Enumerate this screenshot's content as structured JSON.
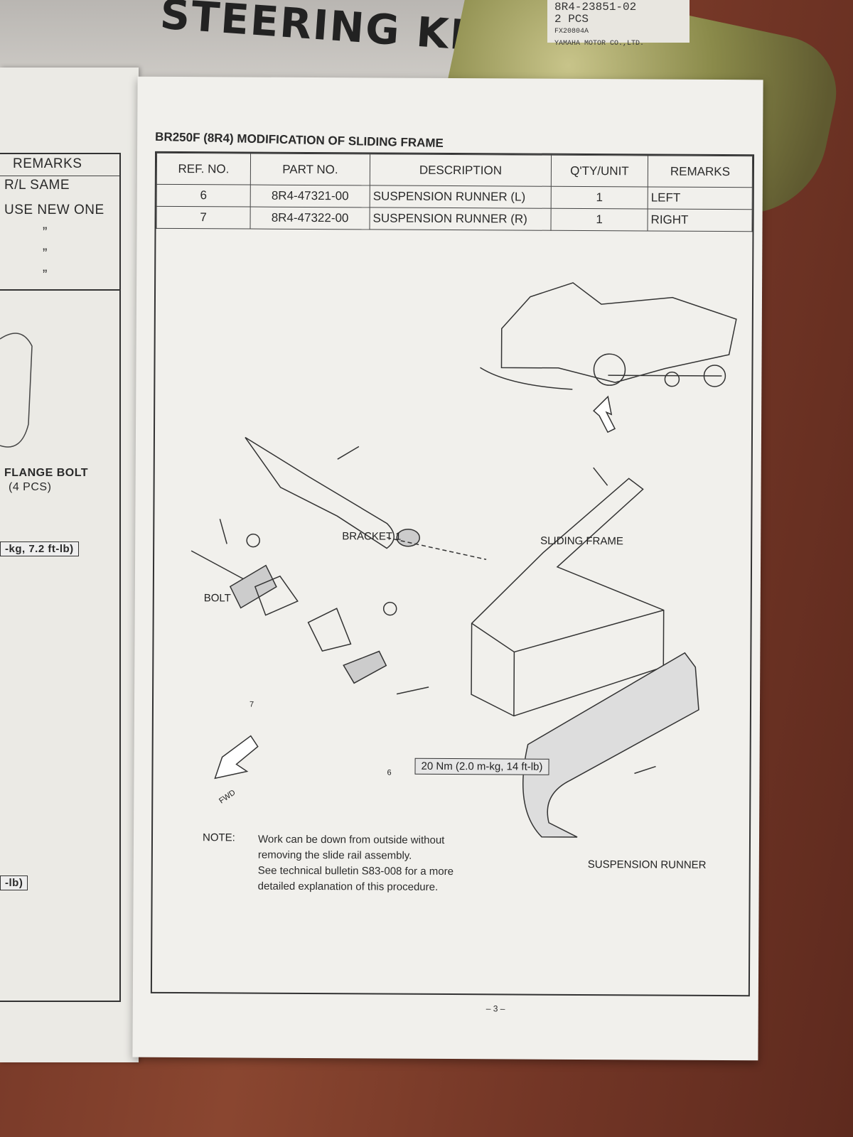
{
  "bag": {
    "handwriting": "STEERING KIT"
  },
  "part_label": {
    "part_no": "8R4-23851-02",
    "qty": "2 PCS",
    "code": "FX20804A",
    "maker": "YAMAHA MOTOR CO.,LTD."
  },
  "left_page": {
    "remarks_header": "REMARKS",
    "remarks": [
      "R/L SAME",
      "USE NEW ONE",
      "”",
      "”",
      "”"
    ],
    "flange_bolt": "FLANGE BOLT",
    "flange_qty": "(4 PCS)",
    "torque_partial": "-kg, 7.2 ft-lb)",
    "torque_partial2": "-lb)"
  },
  "page": {
    "title": "BR250F (8R4)  MODIFICATION OF SLIDING FRAME",
    "table": {
      "headers": [
        "REF. NO.",
        "PART NO.",
        "DESCRIPTION",
        "Q'TY/UNIT",
        "REMARKS"
      ],
      "rows": [
        [
          "6",
          "8R4-47321-00",
          "SUSPENSION RUNNER (L)",
          "1",
          "LEFT"
        ],
        [
          "7",
          "8R4-47322-00",
          "SUSPENSION RUNNER (R)",
          "1",
          "RIGHT"
        ]
      ]
    },
    "diagram": {
      "bracket": "BRACKET 1",
      "sliding_frame": "SLIDING FRAME",
      "bolt": "BOLT",
      "ref7": "7",
      "ref6": "6",
      "torque": "20 Nm (2.0 m-kg, 14 ft-lb)",
      "fwd": "FWD",
      "runner": "SUSPENSION RUNNER"
    },
    "note_label": "NOTE:",
    "note_lines": [
      "Work can be down from outside without",
      "removing the slide rail assembly.",
      "See technical bulletin S83-008 for a more",
      "detailed explanation of this procedure."
    ],
    "page_number": "– 3 –"
  }
}
